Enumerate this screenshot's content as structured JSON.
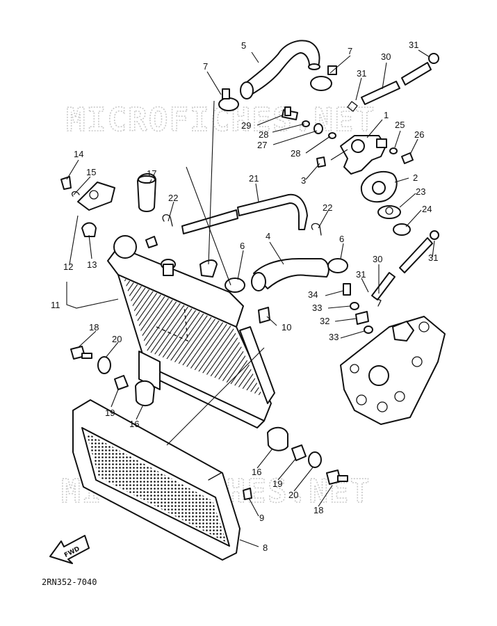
{
  "watermark": {
    "text_top": "MICROFICHES.NET",
    "text_bottom": "MICROFICHES.NET"
  },
  "diagram_ref": "2RN352-7040",
  "fwd_label": "FWD",
  "callouts": [
    {
      "id": "c5",
      "label": "5"
    },
    {
      "id": "c7a",
      "label": "7"
    },
    {
      "id": "c7b",
      "label": "7"
    },
    {
      "id": "c30a",
      "label": "30"
    },
    {
      "id": "c31a",
      "label": "31"
    },
    {
      "id": "c31b",
      "label": "31"
    },
    {
      "id": "c1",
      "label": "1"
    },
    {
      "id": "c29",
      "label": "29"
    },
    {
      "id": "c28a",
      "label": "28"
    },
    {
      "id": "c27",
      "label": "27"
    },
    {
      "id": "c28b",
      "label": "28"
    },
    {
      "id": "c25",
      "label": "25"
    },
    {
      "id": "c26",
      "label": "26"
    },
    {
      "id": "c14",
      "label": "14"
    },
    {
      "id": "c15",
      "label": "15"
    },
    {
      "id": "c17",
      "label": "17"
    },
    {
      "id": "c21",
      "label": "21"
    },
    {
      "id": "c3",
      "label": "3"
    },
    {
      "id": "c2",
      "label": "2"
    },
    {
      "id": "c23",
      "label": "23"
    },
    {
      "id": "c22a",
      "label": "22"
    },
    {
      "id": "c22b",
      "label": "22"
    },
    {
      "id": "c24",
      "label": "24"
    },
    {
      "id": "c12",
      "label": "12"
    },
    {
      "id": "c13",
      "label": "13"
    },
    {
      "id": "c6a",
      "label": "6"
    },
    {
      "id": "c4",
      "label": "4"
    },
    {
      "id": "c6b",
      "label": "6"
    },
    {
      "id": "c30b",
      "label": "30"
    },
    {
      "id": "c31c",
      "label": "31"
    },
    {
      "id": "c31d",
      "label": "31"
    },
    {
      "id": "c11",
      "label": "11"
    },
    {
      "id": "c34",
      "label": "34"
    },
    {
      "id": "c33a",
      "label": "33"
    },
    {
      "id": "c32",
      "label": "32"
    },
    {
      "id": "c10",
      "label": "10"
    },
    {
      "id": "c33b",
      "label": "33"
    },
    {
      "id": "c18a",
      "label": "18"
    },
    {
      "id": "c20a",
      "label": "20"
    },
    {
      "id": "c19a",
      "label": "19"
    },
    {
      "id": "c16a",
      "label": "16"
    },
    {
      "id": "c16b",
      "label": "16"
    },
    {
      "id": "c19b",
      "label": "19"
    },
    {
      "id": "c20b",
      "label": "20"
    },
    {
      "id": "c18b",
      "label": "18"
    },
    {
      "id": "c9",
      "label": "9"
    },
    {
      "id": "c8",
      "label": "8"
    }
  ]
}
